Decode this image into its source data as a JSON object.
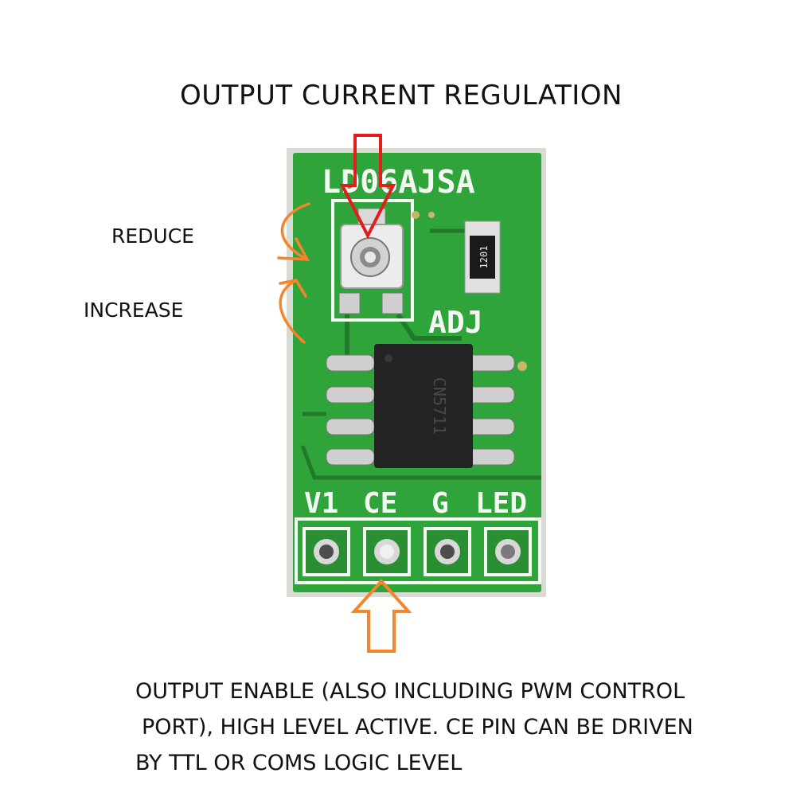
{
  "title": "OUTPUT CURRENT REGULATION",
  "annotations": {
    "reduce": "REDUCE",
    "increase": "INCREASE"
  },
  "description": {
    "line1": "OUTPUT ENABLE (ALSO INCLUDING PWM CONTROL",
    "line2": "PORT), HIGH LEVEL ACTIVE. CE PIN CAN BE DRIVEN",
    "line3": "BY TTL OR COMS LOGIC LEVEL"
  },
  "board": {
    "model": "LD06AJSA",
    "adj_label": "ADJ",
    "resistor_code": "1201",
    "chip_marking": "CN5711",
    "pins": [
      "V1",
      "CE",
      "G",
      "LED"
    ]
  },
  "colors": {
    "pcb": "#2fa43a",
    "red_arrow": "#e31d1d",
    "orange_arrow": "#f5842a"
  }
}
